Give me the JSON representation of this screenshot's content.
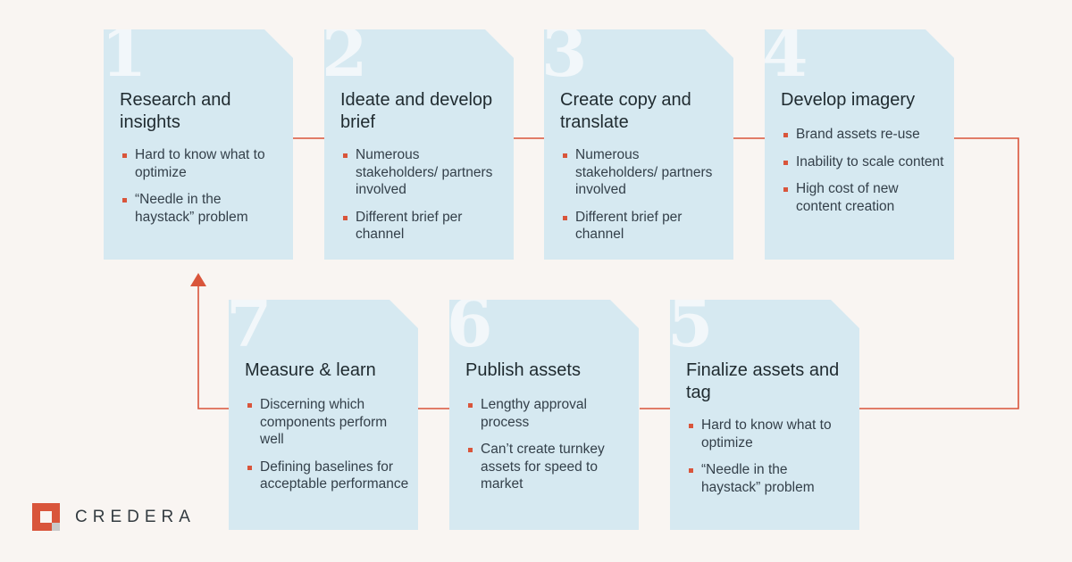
{
  "colors": {
    "background": "#f9f5f2",
    "card": "#d6e9f1",
    "accent": "#d9553b",
    "number": "#f2f7fa",
    "text": "#1f2a2f"
  },
  "steps": [
    {
      "number": "1",
      "title": "Research and insights",
      "bullets": [
        "Hard to know what to optimize",
        "“Needle in the haystack” problem"
      ]
    },
    {
      "number": "2",
      "title": "Ideate and develop brief",
      "bullets": [
        "Numerous stakeholders/ partners involved",
        "Different brief per channel"
      ]
    },
    {
      "number": "3",
      "title": "Create copy and translate",
      "bullets": [
        "Numerous stakeholders/ partners involved",
        "Different brief per channel"
      ]
    },
    {
      "number": "4",
      "title": "Develop imagery",
      "bullets": [
        "Brand assets re-use",
        "Inability to scale content",
        "High cost of new content creation"
      ]
    },
    {
      "number": "7",
      "title": "Measure & learn",
      "bullets": [
        "Discerning which components perform well",
        "Defining baselines for acceptable performance"
      ]
    },
    {
      "number": "6",
      "title": "Publish assets",
      "bullets": [
        "Lengthy approval process",
        "Can’t create turnkey assets for speed to market"
      ]
    },
    {
      "number": "5",
      "title": "Finalize assets and tag",
      "bullets": [
        "Hard to know what to optimize",
        "“Needle in the haystack” problem"
      ]
    }
  ],
  "logo": {
    "text": "CREDERA",
    "icon": "credera-logo-mark"
  }
}
